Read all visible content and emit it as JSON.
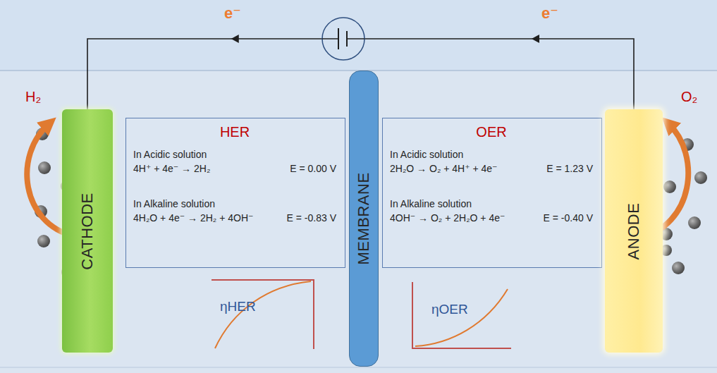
{
  "diagram": {
    "nodes": [
      {
        "text": [
          "CATHODE"
        ]
      },
      {
        "text": [
          "HER",
          "In Acidic solution",
          "4H⁺ + 4e⁻ → 2H₂",
          "E = 0.00 V",
          "In Alkaline solution",
          "4H₂O + 4e⁻ → 2H₂ + 4OH⁻",
          "E = -0.83 V"
        ]
      },
      {
        "text": [
          "MEMBRANE"
        ]
      },
      {
        "text": [
          "OER",
          "In Acidic solution",
          "2H₂O → O₂ + 4H⁺ + 4e⁻",
          "E = 1.23 V",
          "In Alkaline solution",
          "4OH⁻ → O₂ + 2H₂O + 4e⁻",
          "E = -0.40 V"
        ]
      },
      {
        "text": [
          "ANODE"
        ]
      }
    ],
    "edges": [
      {
        "from": 4,
        "to": 0,
        "arrow": "to"
      }
    ],
    "labels": [
      "e⁻",
      "e⁻",
      "H₂",
      "O₂",
      "ηHER",
      "ηOER"
    ]
  }
}
